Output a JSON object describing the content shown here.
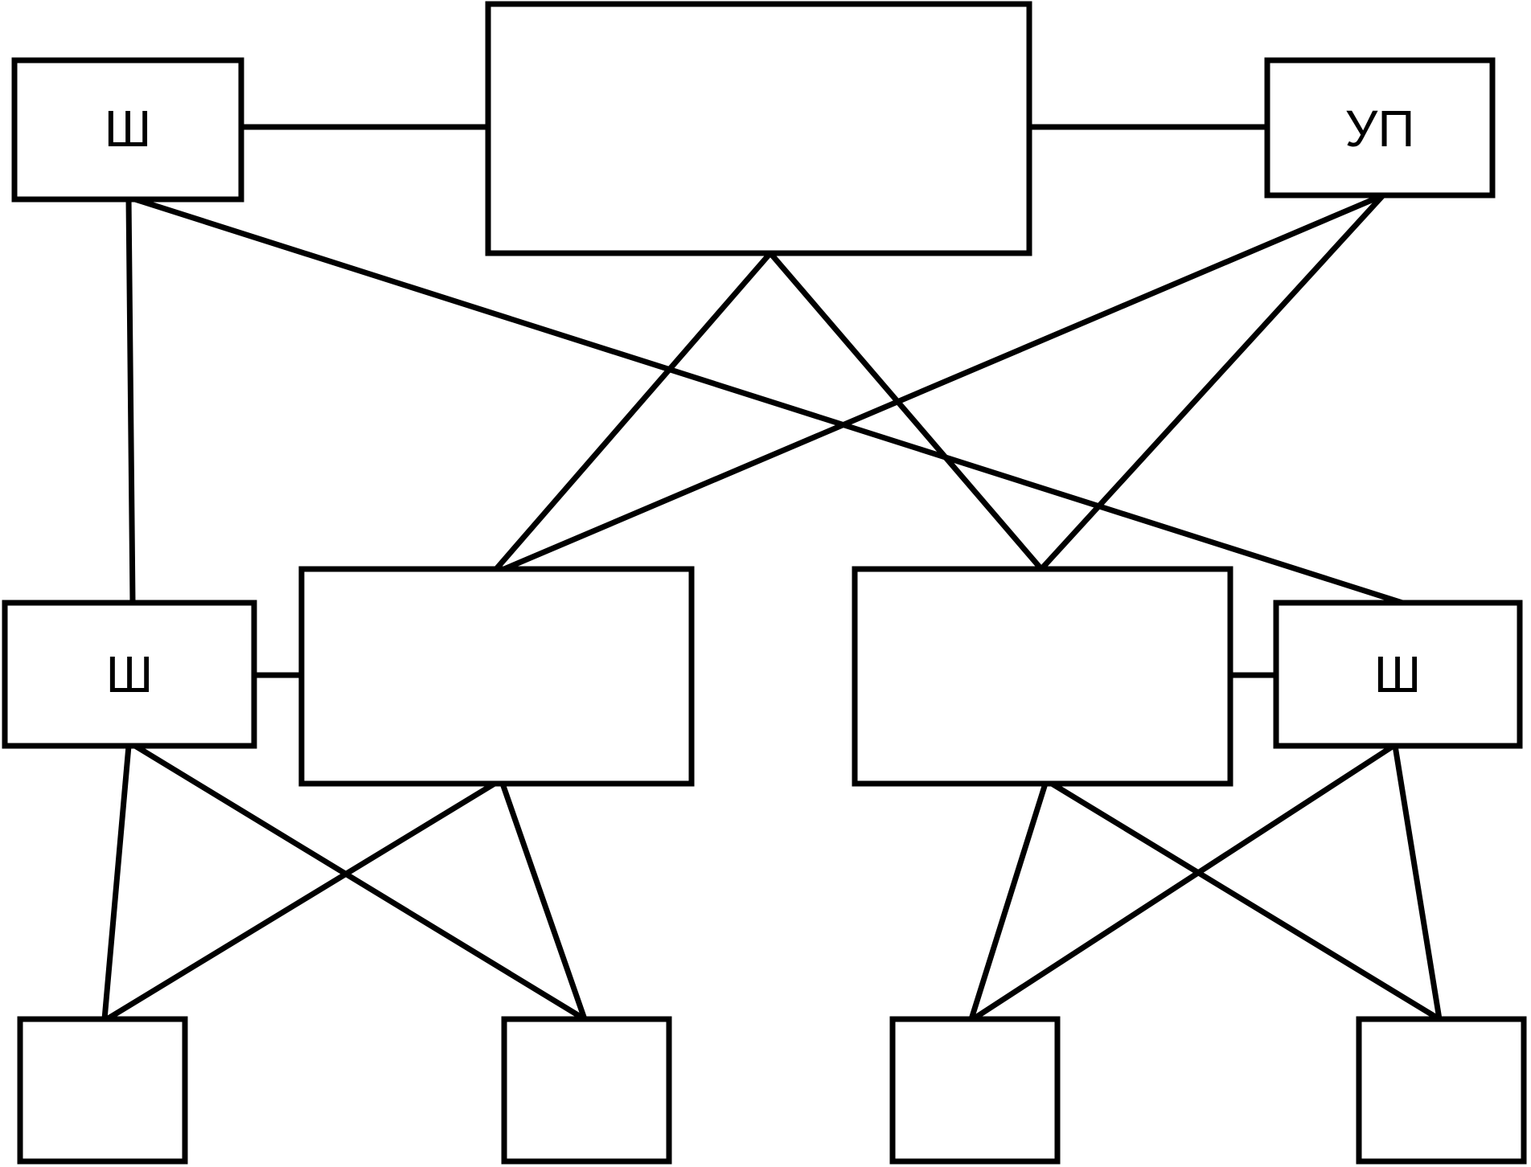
{
  "diagram": {
    "nodes": [
      {
        "id": "top-center",
        "label": ""
      },
      {
        "id": "top-left-sh",
        "label": "Ш"
      },
      {
        "id": "top-right-up",
        "label": "УП"
      },
      {
        "id": "mid-left-sh",
        "label": "Ш"
      },
      {
        "id": "mid-left-block",
        "label": ""
      },
      {
        "id": "mid-right-block",
        "label": ""
      },
      {
        "id": "mid-right-sh",
        "label": "Ш"
      },
      {
        "id": "bottom-1",
        "label": ""
      },
      {
        "id": "bottom-2",
        "label": ""
      },
      {
        "id": "bottom-3",
        "label": ""
      },
      {
        "id": "bottom-4",
        "label": ""
      }
    ],
    "edges": [
      {
        "from": "top-left-sh",
        "to": "top-center"
      },
      {
        "from": "top-center",
        "to": "top-right-up"
      },
      {
        "from": "top-left-sh",
        "to": "mid-left-sh"
      },
      {
        "from": "top-left-sh",
        "to": "mid-right-sh"
      },
      {
        "from": "top-center",
        "to": "mid-left-block"
      },
      {
        "from": "top-center",
        "to": "mid-right-block"
      },
      {
        "from": "top-right-up",
        "to": "mid-left-block"
      },
      {
        "from": "top-right-up",
        "to": "mid-right-block"
      },
      {
        "from": "mid-left-sh",
        "to": "mid-left-block"
      },
      {
        "from": "mid-right-block",
        "to": "mid-right-sh"
      },
      {
        "from": "mid-left-sh",
        "to": "bottom-1"
      },
      {
        "from": "mid-left-sh",
        "to": "bottom-2"
      },
      {
        "from": "mid-left-block",
        "to": "bottom-1"
      },
      {
        "from": "mid-left-block",
        "to": "bottom-2"
      },
      {
        "from": "mid-right-block",
        "to": "bottom-3"
      },
      {
        "from": "mid-right-block",
        "to": "bottom-4"
      },
      {
        "from": "mid-right-sh",
        "to": "bottom-3"
      },
      {
        "from": "mid-right-sh",
        "to": "bottom-4"
      }
    ]
  }
}
